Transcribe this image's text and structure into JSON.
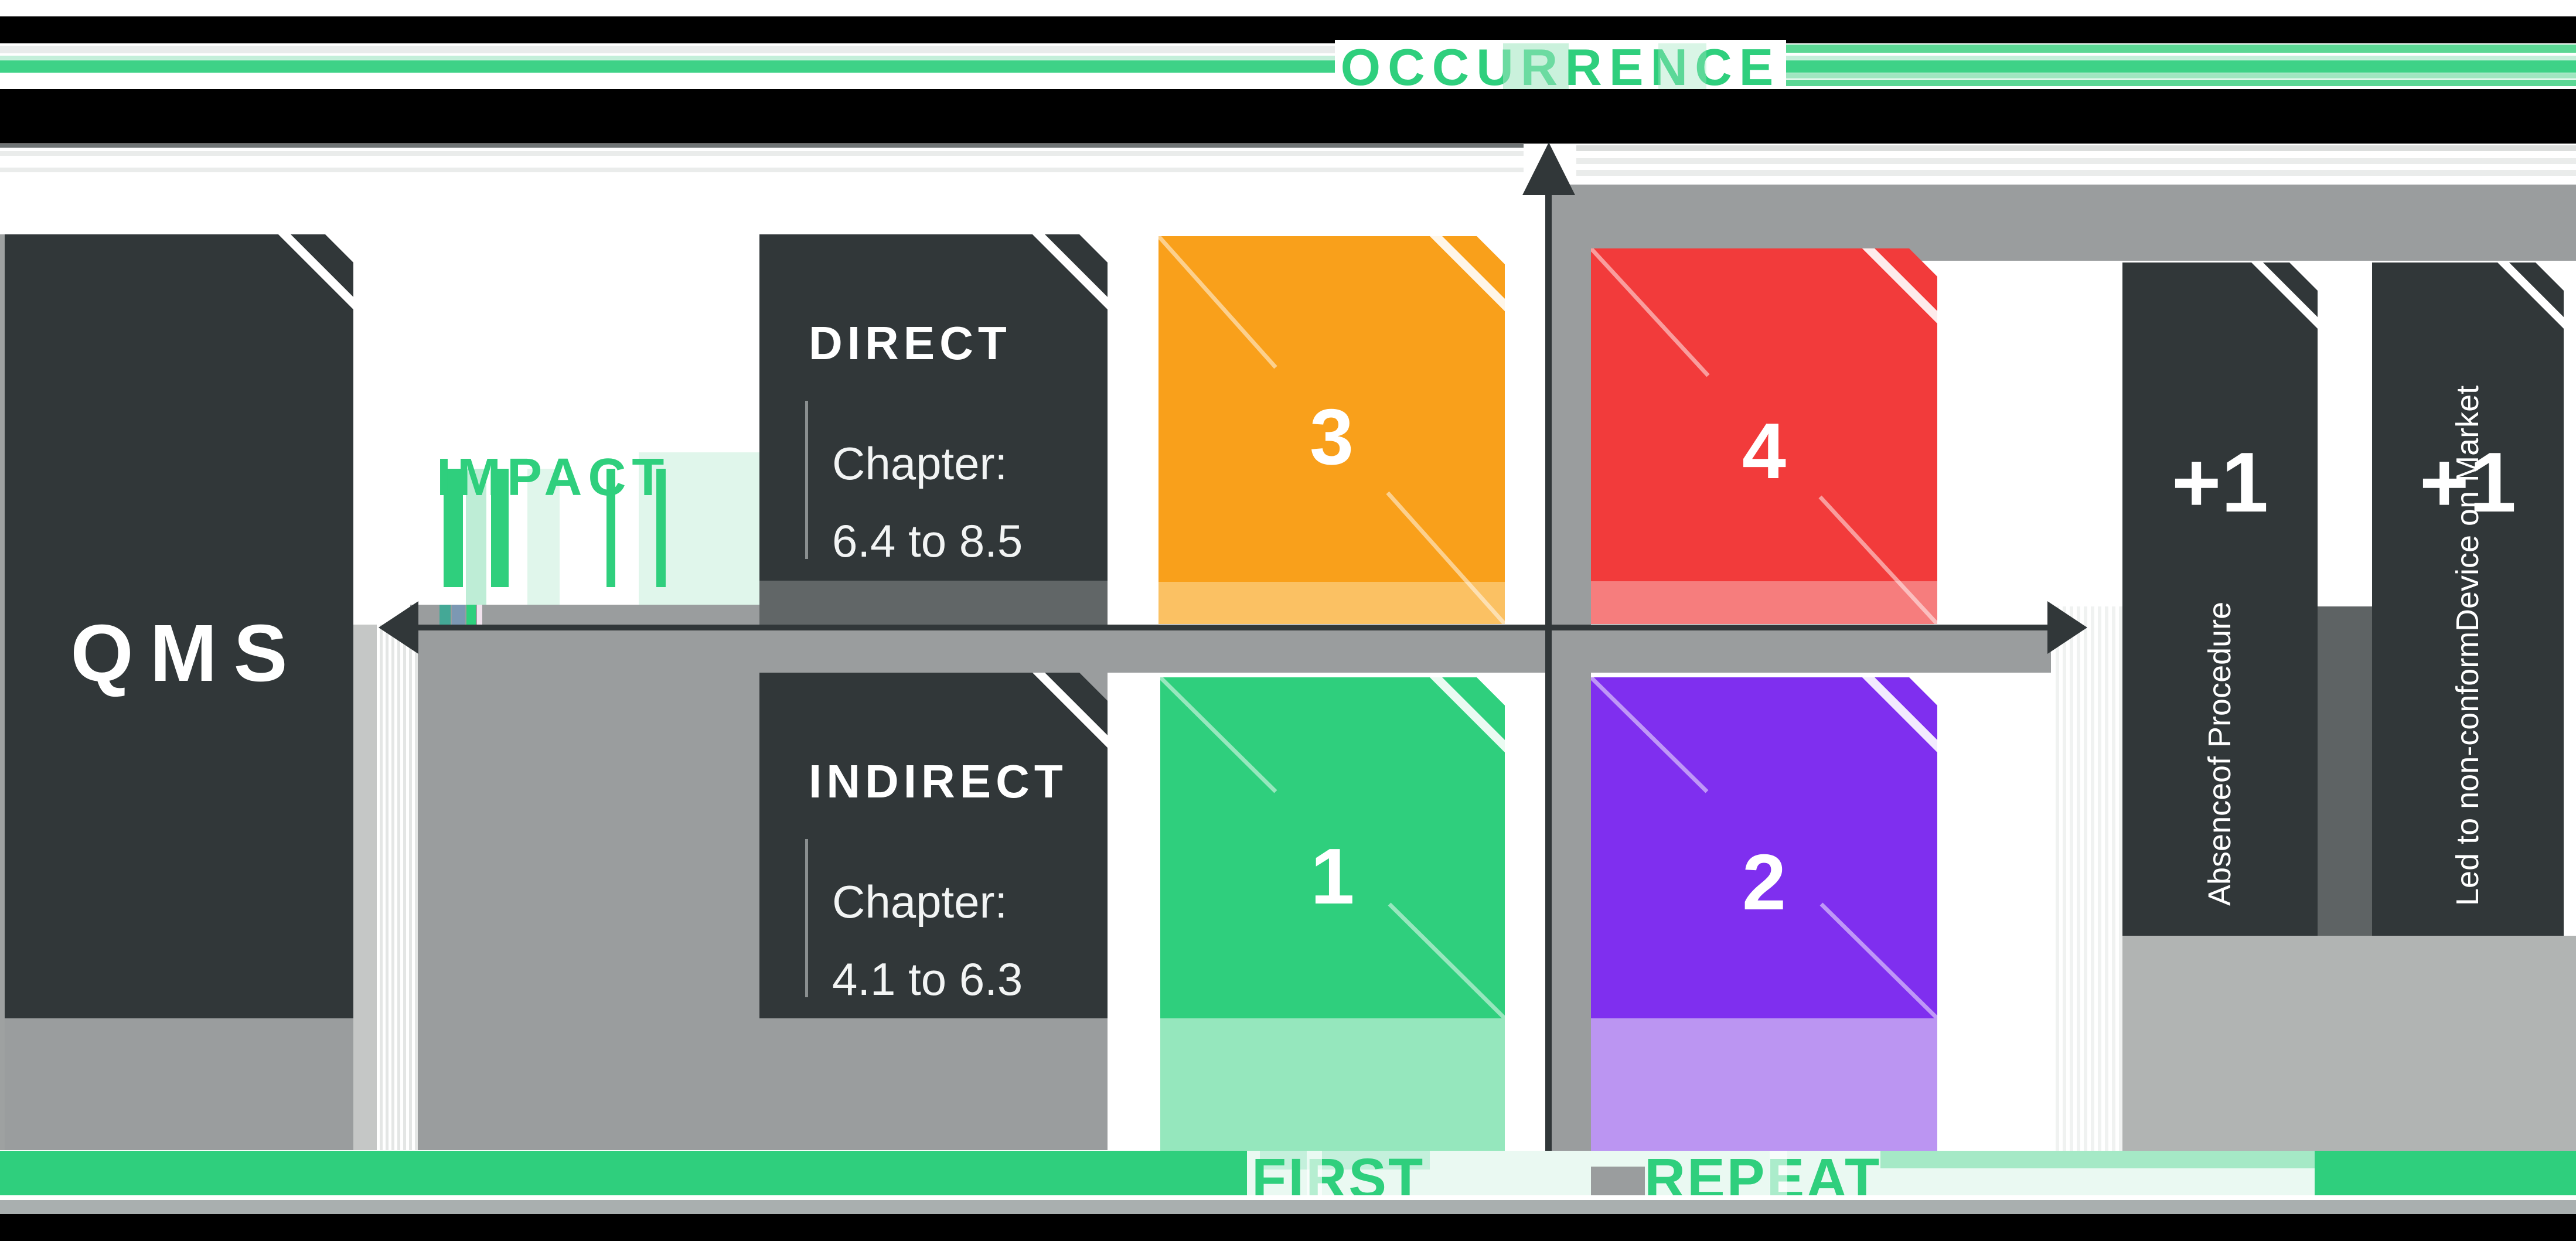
{
  "axes": {
    "occurrence_label": "OCCURRENCE",
    "impact_label": "IMPACT",
    "first_label": "FIRST",
    "repeat_label": "REPEAT"
  },
  "qms": {
    "label": "QMS"
  },
  "direct": {
    "title": "DIRECT",
    "chapter_label": "Chapter:",
    "chapter_range": "6.4 to 8.5"
  },
  "indirect": {
    "title": "INDIRECT",
    "chapter_label": "Chapter:",
    "chapter_range": "4.1 to 6.3"
  },
  "quadrants": {
    "q1": "1",
    "q2": "2",
    "q3": "3",
    "q4": "4"
  },
  "modifiers": {
    "a": {
      "label": "+1",
      "line1": "Absence",
      "line2": "of Procedure"
    },
    "b": {
      "label": "+1",
      "line1": "Led to non-conform",
      "line2": "Device on Market"
    }
  },
  "colors": {
    "accent_green": "#2FCF7D",
    "quadrant1_green": "#2FCF7D",
    "quadrant2_purple": "#7F2FEF",
    "quadrant3_orange": "#F9A01B",
    "quadrant4_red": "#F23B3B",
    "card_dark": "#313739",
    "glitch_gray": "#9A9D9E"
  }
}
